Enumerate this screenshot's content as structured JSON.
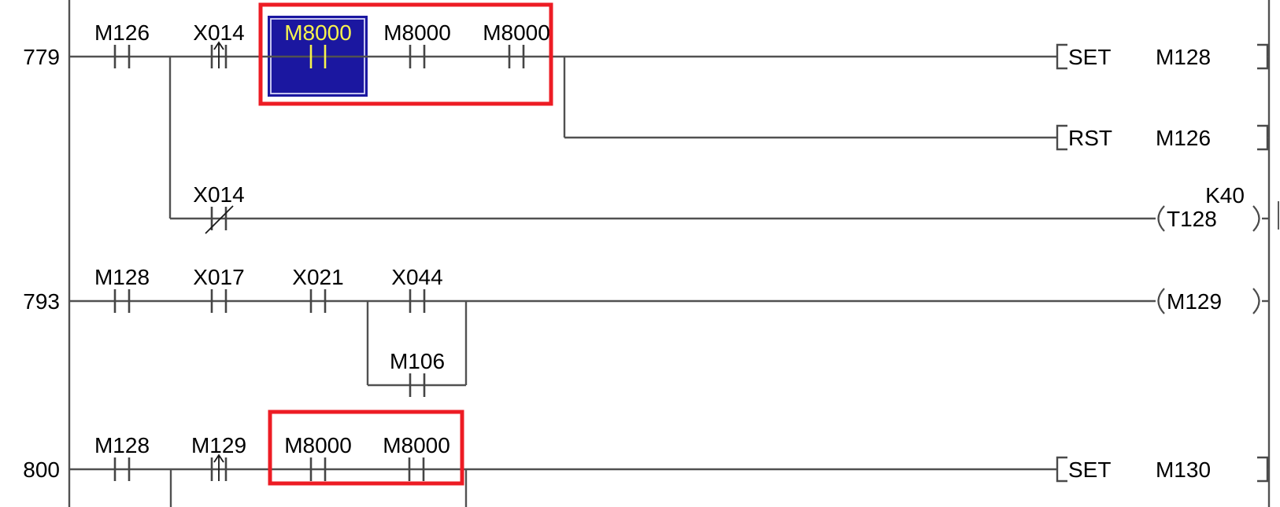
{
  "colors": {
    "wire": "#515151",
    "text": "#000000",
    "selected_cell_fill": "#1b17a0",
    "selected_cell_border": "#d8d8f8",
    "selected_cell_text": "#f7f34e",
    "annotation_red": "#ed1c24"
  },
  "rungs": [
    {
      "step": "779",
      "contacts": [
        "M126",
        "X014",
        "M8000",
        "M8000",
        "M8000"
      ],
      "outputs": [
        {
          "op": "SET",
          "device": "M128"
        },
        {
          "op": "RST",
          "device": "M126"
        }
      ],
      "or_branch": {
        "contact": "X014",
        "coil": "T128",
        "constant": "K40"
      }
    },
    {
      "step": "793",
      "contacts": [
        "M128",
        "X017",
        "X021",
        "X044"
      ],
      "parallel_contact": "M106",
      "coil": "M129"
    },
    {
      "step": "800",
      "contacts": [
        "M128",
        "M129",
        "M8000",
        "M8000"
      ],
      "outputs": [
        {
          "op": "SET",
          "device": "M130"
        }
      ]
    }
  ]
}
